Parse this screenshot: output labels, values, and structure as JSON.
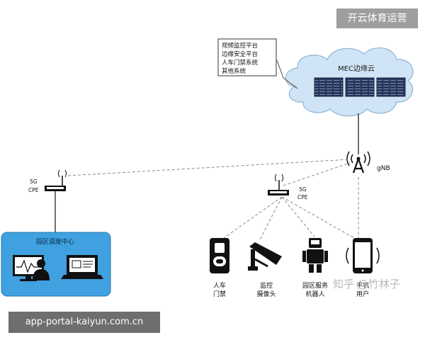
{
  "badge": "开云体育运营",
  "url": "app-portal-kaiyun.com.cn",
  "watermark": "知乎 @竹林子",
  "mec": {
    "title": "MEC边缘云",
    "platforms": [
      "视频监控平台",
      "边缘安全平台",
      "人车门禁系统",
      "其他系统"
    ]
  },
  "gnb": {
    "label": "gNB"
  },
  "cpe_left": {
    "line1": "5G",
    "line2": "CPE"
  },
  "cpe_center": {
    "line1": "5G",
    "line2": "CPE"
  },
  "dispatch": {
    "title": "园区调度中心"
  },
  "devices": [
    {
      "line1": "人车",
      "line2": "门禁",
      "icon": "access-gate-icon"
    },
    {
      "line1": "监控",
      "line2": "摄像头",
      "icon": "surveillance-camera-icon"
    },
    {
      "line1": "园区服务",
      "line2": "机器人",
      "icon": "robot-icon"
    },
    {
      "line1": "手机",
      "line2": "用户",
      "icon": "mobile-phone-icon"
    }
  ],
  "colors": {
    "cloud": "#cfe4f6",
    "dispatch_box": "#3fa1e0",
    "badge": "#9e9e9e",
    "url_bar": "#6e6e6e"
  }
}
